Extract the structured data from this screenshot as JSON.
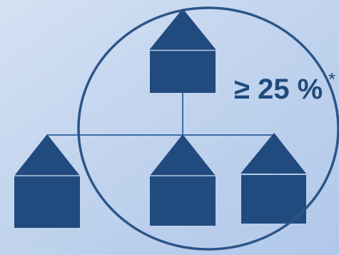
{
  "threshold": {
    "label": "≥ 25 %",
    "footnote_mark": "*"
  },
  "colors": {
    "house_fill": "#214b7e",
    "house_divider": "#b6c9e6",
    "connector_line": "#3e6fa9",
    "circle_stroke": "#2c5587",
    "label_text": "#1f4a7c"
  },
  "nodes": [
    {
      "id": "parent-entity",
      "role": "parent",
      "icon": "house-icon"
    },
    {
      "id": "subsidiary-left",
      "role": "child",
      "icon": "house-icon"
    },
    {
      "id": "subsidiary-center",
      "role": "child",
      "icon": "house-icon"
    },
    {
      "id": "subsidiary-right",
      "role": "child",
      "icon": "house-icon"
    }
  ]
}
